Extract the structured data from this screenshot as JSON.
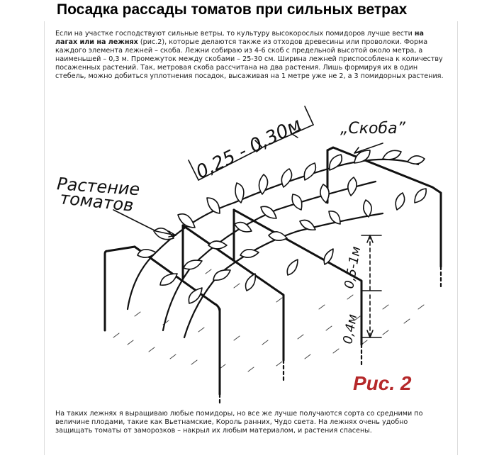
{
  "header": {
    "title": "Посадка рассады томатов при сильных ветрах"
  },
  "intro": {
    "part1": "Если на участке господствуют сильные ветры, то культуру высокорослых помидоров лучше вести ",
    "bold": "на лагах или на лежнях",
    "part2": " (рис.2), которые делаются также из отходов древесины или проволоки. Форма каждого элемента лежней – скоба. Лежни собираю из 4-6 скоб с предельной высотой около метра, а наименьшей – 0,3 м. Промежуток между скобами – 25-30 см. Ширина лежней приспособлена к количеству посаженных растений. Так, метровая скоба рассчитана на два растения. Лишь формируя их в один стебель, можно добиться уплотнения посадок, высаживая на 1 метре уже не 2, а 3 помидорных растения."
  },
  "figure": {
    "label_spacing": "0,25 - 0,30м",
    "label_bracket": "„Скоба”",
    "label_plant_line1": "Растение",
    "label_plant_line2": "томатов",
    "label_height_tall": "0,5-1м",
    "label_height_short": "0,4м",
    "caption": "Рис. 2"
  },
  "outro": {
    "text": "На таких лежнях я выращиваю любые помидоры, но все же лучше получаются сорта со средними по величине плодами, такие как Вьетнамские, Король ранних, Чудо света. На лежнях очень удобно защищать томаты от заморозков – накрыл их любым материалом, и растения спасены."
  },
  "colors": {
    "caption": "#b5282a",
    "ink": "#111111"
  }
}
